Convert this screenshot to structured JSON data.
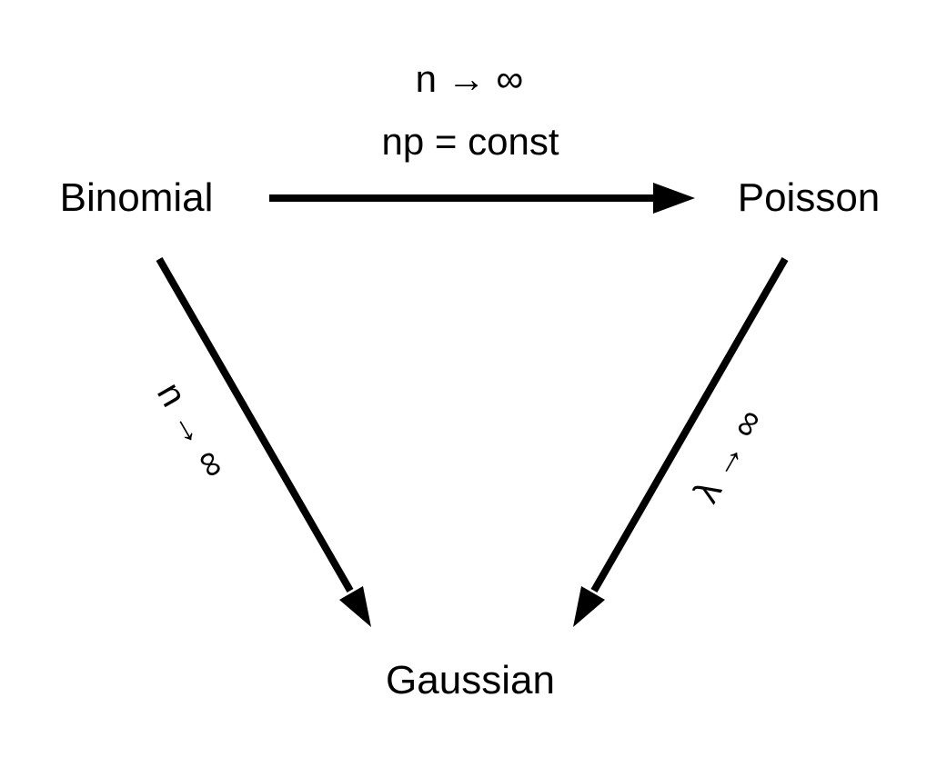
{
  "nodes": {
    "binomial": "Binomial",
    "poisson": "Poisson",
    "gaussian": "Gaussian"
  },
  "edges": {
    "binomial_to_poisson": {
      "label_line1": "n → ∞",
      "label_line2": "np = const"
    },
    "binomial_to_gaussian": {
      "label": "n → ∞"
    },
    "poisson_to_gaussian": {
      "label": "λ → ∞"
    }
  },
  "colors": {
    "stroke": "#000000",
    "background": "#ffffff"
  }
}
